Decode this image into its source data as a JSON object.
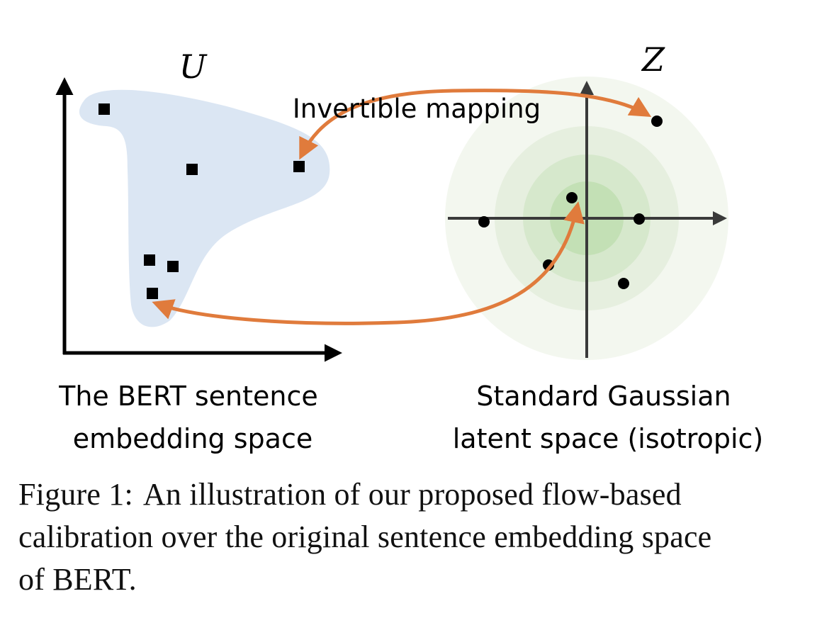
{
  "left_space": {
    "symbol": "U",
    "caption_lines": [
      "The BERT sentence",
      "embedding space"
    ]
  },
  "right_space": {
    "symbol": "Z",
    "caption_lines": [
      "Standard Gaussian",
      "latent space (isotropic)"
    ]
  },
  "mapping_label": "Invertible mapping",
  "figure_caption": {
    "label": "Figure 1:",
    "lines": [
      "An illustration of our proposed flow-based",
      "calibration over the original sentence embedding space",
      "of BERT."
    ]
  },
  "colors": {
    "axis": "#000000",
    "right_axis": "#3a3a3a",
    "region_fill": "#dbe6f3",
    "arrow": "#e07b3c",
    "gaussian_ring_outer": "#f3f7ef",
    "gaussian_ring_2": "#e6efdf",
    "gaussian_ring_3": "#d6e8cc",
    "gaussian_ring_inner": "#c3e0b5",
    "points": "#000000"
  },
  "icons": {
    "left_points": "square-marker",
    "right_points": "circle-marker",
    "arrowheads": "triangle-arrowhead"
  }
}
